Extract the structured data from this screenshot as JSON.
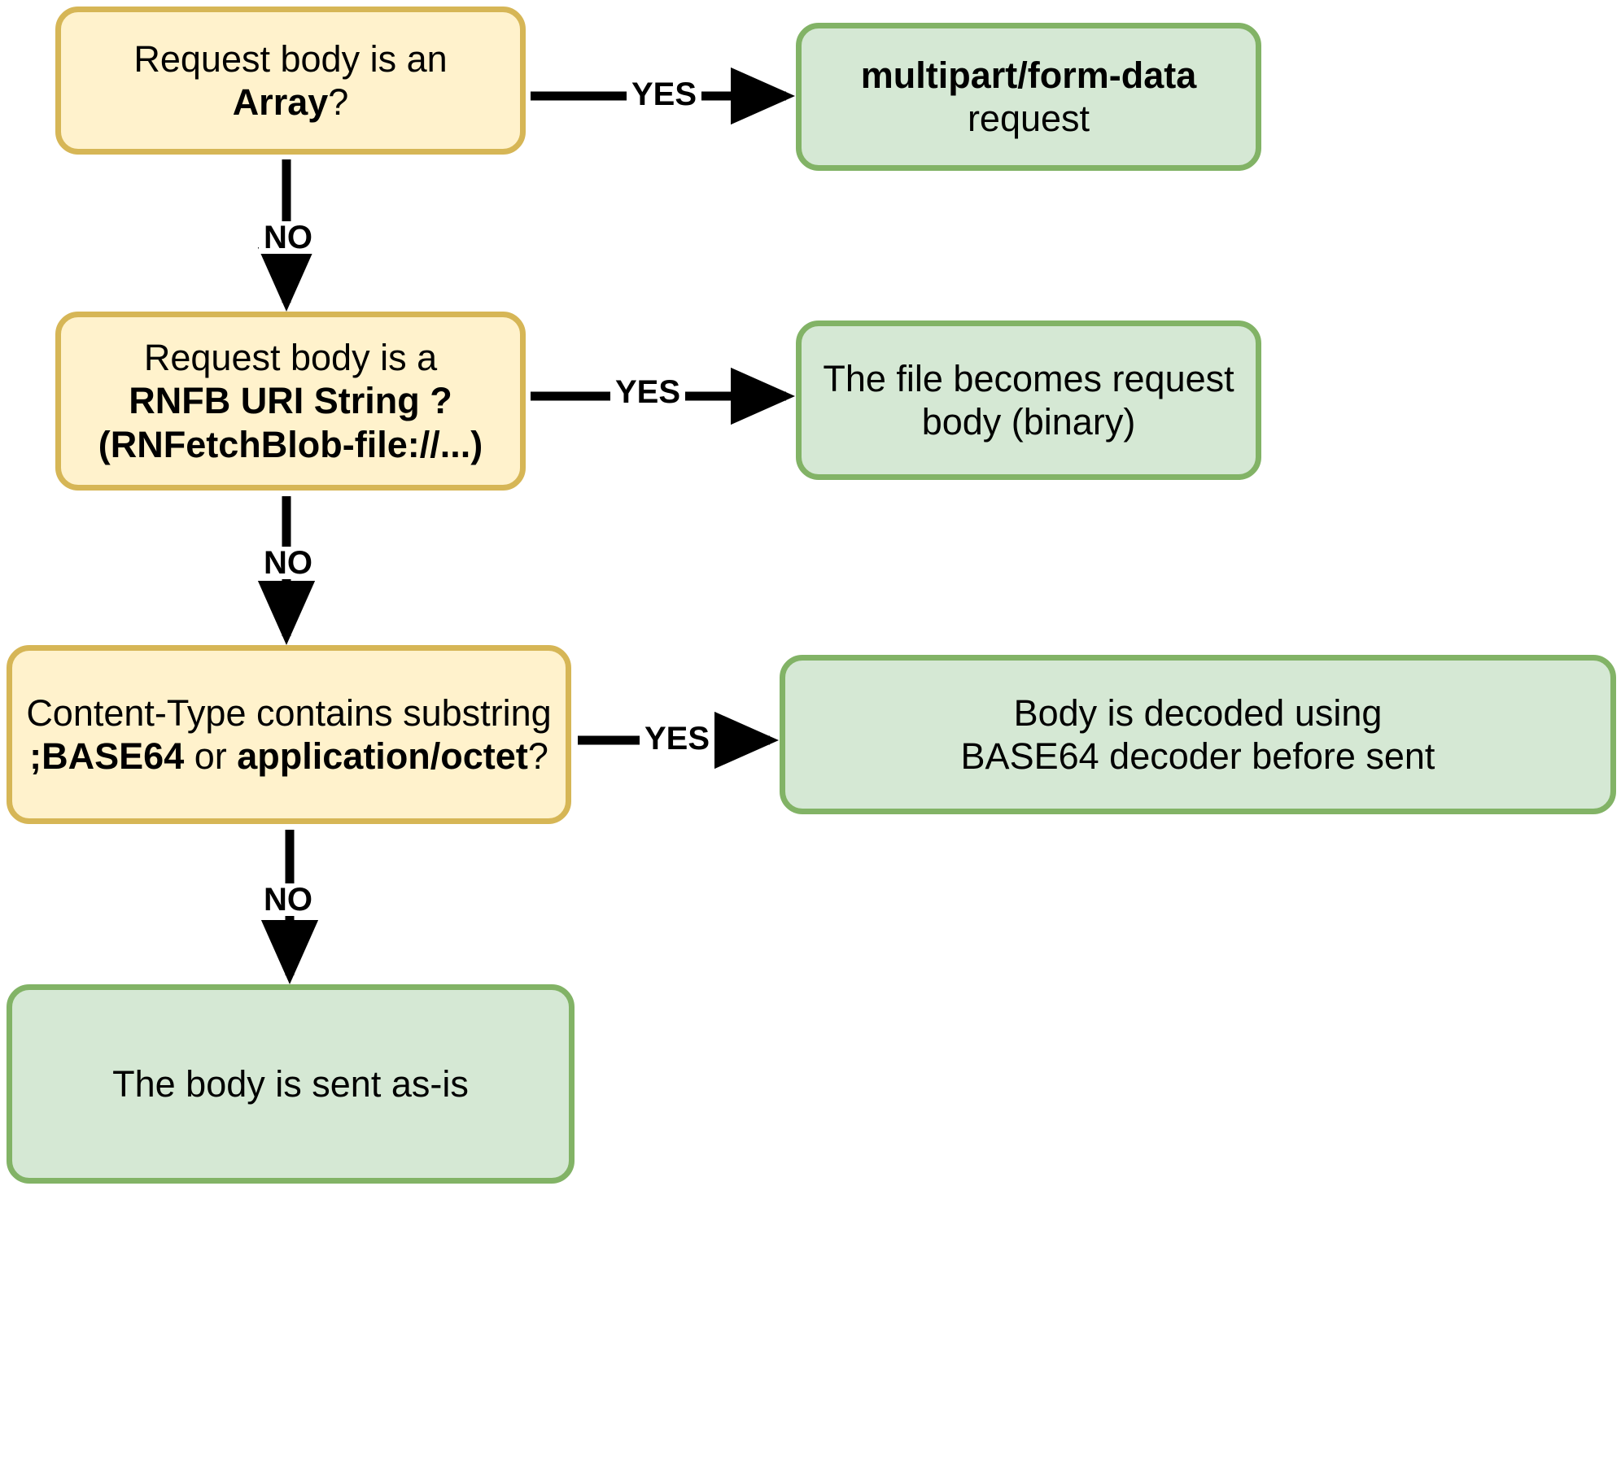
{
  "diagram": {
    "title": "React Native Fetch Blob request body handling flow",
    "colors": {
      "decision_fill": "#fff2cc",
      "decision_border": "#d6b656",
      "result_fill": "#d5e8d4",
      "result_border": "#82b366",
      "edge": "#000000",
      "background": "#ffffff"
    },
    "nodes": [
      {
        "id": "array",
        "kind": "decision",
        "lines": [
          [
            {
              "t": "Request body is an ",
              "b": false
            },
            {
              "t": "Array",
              "b": true
            },
            {
              "t": "?",
              "b": false
            }
          ]
        ]
      },
      {
        "id": "multipart",
        "kind": "result",
        "lines": [
          [
            {
              "t": "multipart/form-data",
              "b": true
            }
          ],
          [
            {
              "t": "request",
              "b": false
            }
          ]
        ]
      },
      {
        "id": "rnfb",
        "kind": "decision",
        "lines": [
          [
            {
              "t": "Request body is a",
              "b": false
            }
          ],
          [
            {
              "t": "RNFB URI String ?",
              "b": true
            }
          ],
          [
            {
              "t": "(RNFetchBlob-file://...)",
              "b": true
            }
          ]
        ]
      },
      {
        "id": "file-binary",
        "kind": "result",
        "lines": [
          [
            {
              "t": "The file becomes request",
              "b": false
            }
          ],
          [
            {
              "t": "body (binary)",
              "b": false
            }
          ]
        ]
      },
      {
        "id": "content-type",
        "kind": "decision",
        "lines": [
          [
            {
              "t": "Content-Type contains substring",
              "b": false
            }
          ],
          [
            {
              "t": ";BASE64",
              "b": true
            },
            {
              "t": " or ",
              "b": false
            },
            {
              "t": "application/octet",
              "b": true
            },
            {
              "t": "?",
              "b": false
            }
          ]
        ]
      },
      {
        "id": "base64-decode",
        "kind": "result",
        "lines": [
          [
            {
              "t": "Body is decoded using",
              "b": false
            }
          ],
          [
            {
              "t": "BASE64 decoder before sent",
              "b": false
            }
          ]
        ]
      },
      {
        "id": "as-is",
        "kind": "result",
        "lines": [
          [
            {
              "t": "The body is sent as-is",
              "b": false
            }
          ]
        ]
      }
    ],
    "edges": {
      "yes_1": "YES",
      "no_1": "NO",
      "yes_2": "YES",
      "no_2": "NO",
      "yes_3": "YES",
      "no_3": "NO"
    }
  },
  "chart_data": {
    "type": "flowchart",
    "title": "Request body handling decision flow",
    "nodes": [
      {
        "id": "array",
        "type": "decision",
        "label": "Request body is an Array?"
      },
      {
        "id": "multipart",
        "type": "result",
        "label": "multipart/form-data request"
      },
      {
        "id": "rnfb",
        "type": "decision",
        "label": "Request body is a RNFB URI String ? (RNFetchBlob-file://...)"
      },
      {
        "id": "file-binary",
        "type": "result",
        "label": "The file becomes request body (binary)"
      },
      {
        "id": "content-type",
        "type": "decision",
        "label": "Content-Type contains substring ;BASE64 or application/octet?"
      },
      {
        "id": "base64-decode",
        "type": "result",
        "label": "Body is decoded using BASE64 decoder before sent"
      },
      {
        "id": "as-is",
        "type": "result",
        "label": "The body is sent as-is"
      }
    ],
    "edges": [
      {
        "from": "array",
        "to": "multipart",
        "label": "YES"
      },
      {
        "from": "array",
        "to": "rnfb",
        "label": "NO"
      },
      {
        "from": "rnfb",
        "to": "file-binary",
        "label": "YES"
      },
      {
        "from": "rnfb",
        "to": "content-type",
        "label": "NO"
      },
      {
        "from": "content-type",
        "to": "base64-decode",
        "label": "YES"
      },
      {
        "from": "content-type",
        "to": "as-is",
        "label": "NO"
      }
    ]
  }
}
